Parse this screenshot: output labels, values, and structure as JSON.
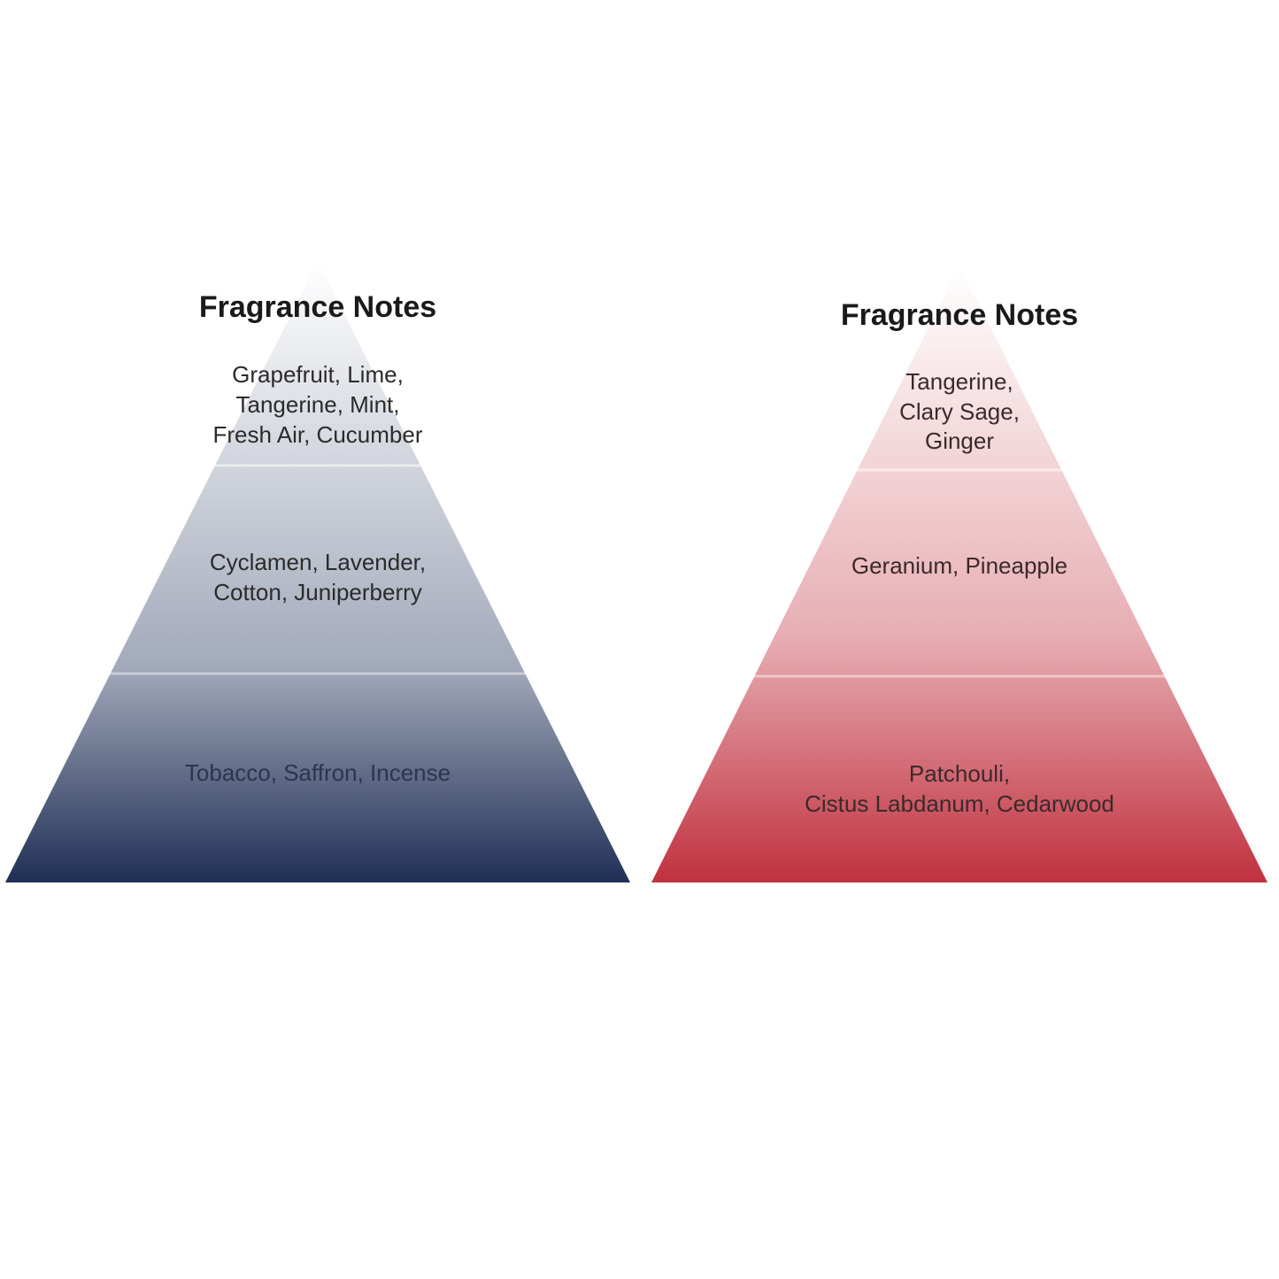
{
  "colors": {
    "blue_top": "#ffffff",
    "blue_mid": "#a3aabb",
    "blue_base": "#1f2f55",
    "red_top": "#ffffff",
    "red_mid": "#e7aeb3",
    "red_base": "#c0313f",
    "separator": "#ffffff"
  },
  "pyramids": [
    {
      "title": "Fragrance Notes",
      "tiers": {
        "top": [
          "Grapefruit, Lime,",
          "Tangerine, Mint,",
          "Fresh Air, Cucumber"
        ],
        "middle": [
          "Cyclamen, Lavender,",
          "Cotton, Juniperberry"
        ],
        "base": [
          "Tobacco, Saffron, Incense"
        ]
      }
    },
    {
      "title": "Fragrance Notes",
      "tiers": {
        "top": [
          "Tangerine,",
          "Clary Sage,",
          "Ginger"
        ],
        "middle": [
          "Geranium, Pineapple"
        ],
        "base": [
          "Patchouli,",
          "Cistus Labdanum, Cedarwood"
        ]
      }
    }
  ]
}
